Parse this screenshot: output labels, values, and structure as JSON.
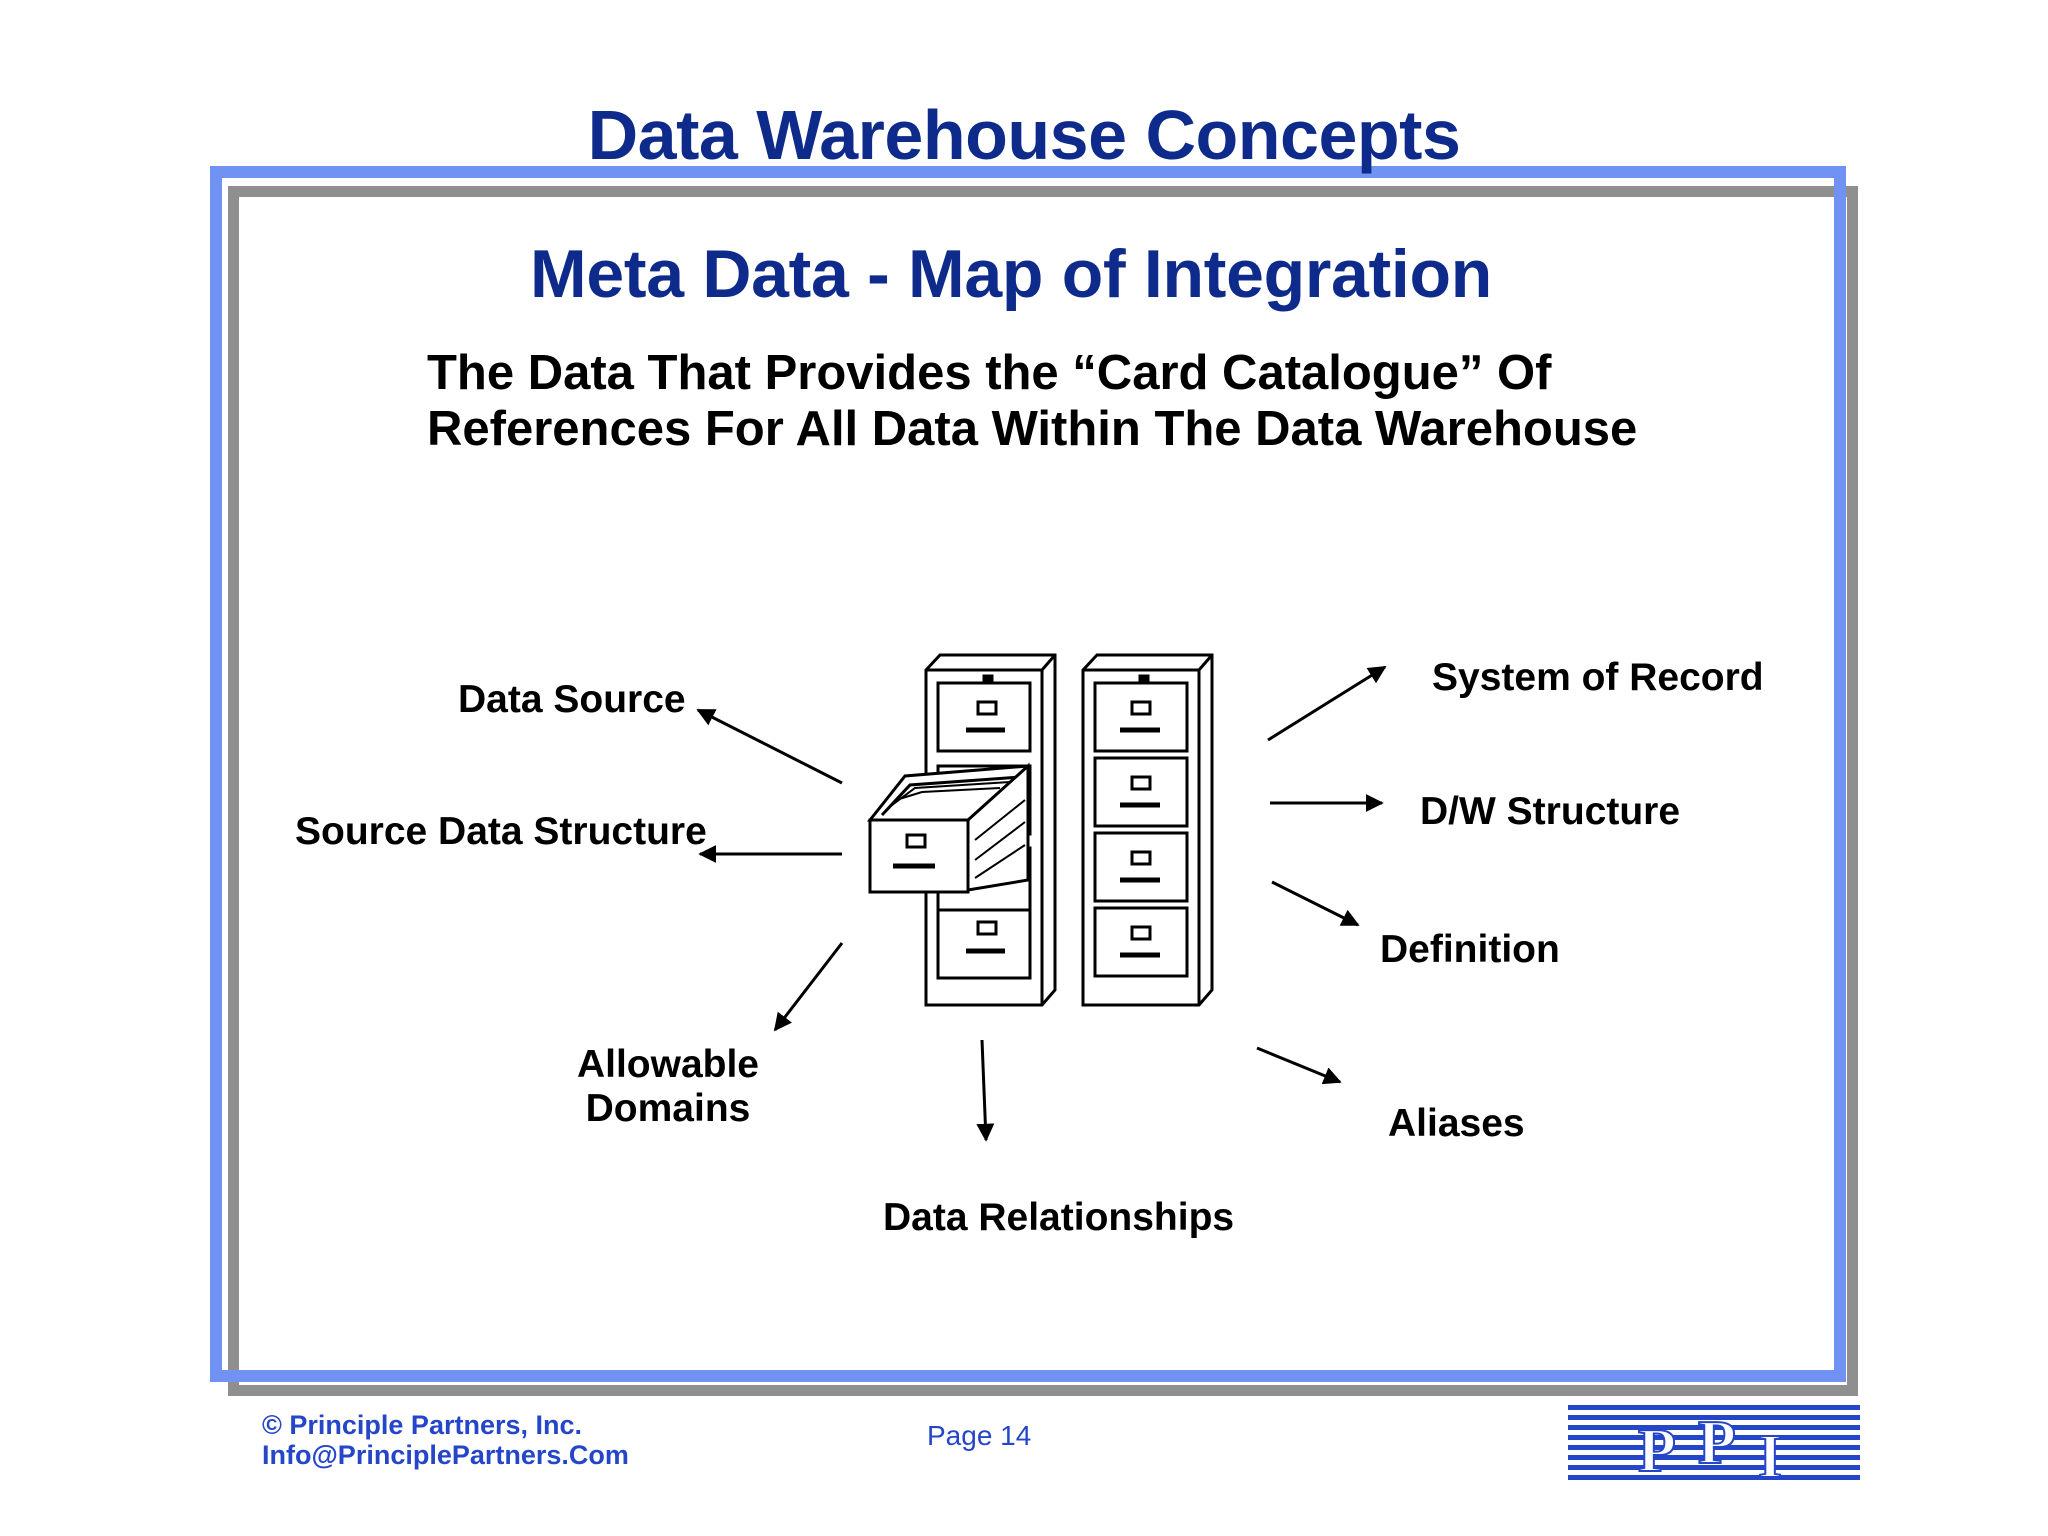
{
  "header": {
    "title": "Data Warehouse Concepts"
  },
  "slide": {
    "subtitle": "Meta Data - Map of Integration",
    "description_lines": [
      "The Data That Provides the “Card Catalogue” Of",
      "References For All Data Within The Data Warehouse"
    ]
  },
  "diagram": {
    "center_icon": "file-cabinets-icon",
    "labels": {
      "data_source": "Data Source",
      "source_data_structure": "Source Data Structure",
      "allowable_domains": [
        "Allowable",
        "Domains"
      ],
      "data_relationships": "Data Relationships",
      "system_of_record": "System of Record",
      "dw_structure": "D/W Structure",
      "definition": "Definition",
      "aliases": "Aliases"
    }
  },
  "footer": {
    "copyright": "© Principle Partners, Inc.",
    "email": "Info@PrinciplePartners.Com",
    "page": "Page 14",
    "logo_text": "PPI"
  },
  "colors": {
    "title_blue": "#0e2a8a",
    "frame_blue": "#6f92f3",
    "frame_shadow": "#8f8f8f",
    "footer_blue": "#2546c8"
  }
}
